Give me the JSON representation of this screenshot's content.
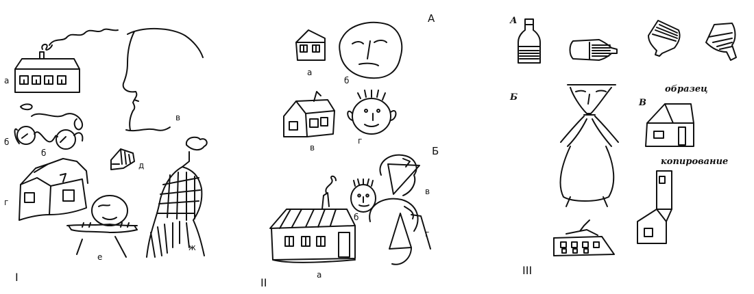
{
  "panel_1": {
    "numeral": "I",
    "labels": {
      "a": "а",
      "b": "б",
      "b2": "б",
      "v": "в",
      "g": "г",
      "d": "д",
      "e": "е",
      "zh": "ж"
    }
  },
  "panel_2": {
    "numeral": "II",
    "section_a": "А",
    "section_b": "Б",
    "labels": {
      "a1": "а",
      "b1": "б",
      "v1": "в",
      "g1": "г",
      "a2": "а",
      "b2": "б",
      "v2": "в",
      "g2": "г"
    }
  },
  "panel_3": {
    "numeral": "III",
    "section_a": "А",
    "section_b": "Б",
    "section_v": "В",
    "sample_label": "образец",
    "copy_label": "копирование"
  }
}
